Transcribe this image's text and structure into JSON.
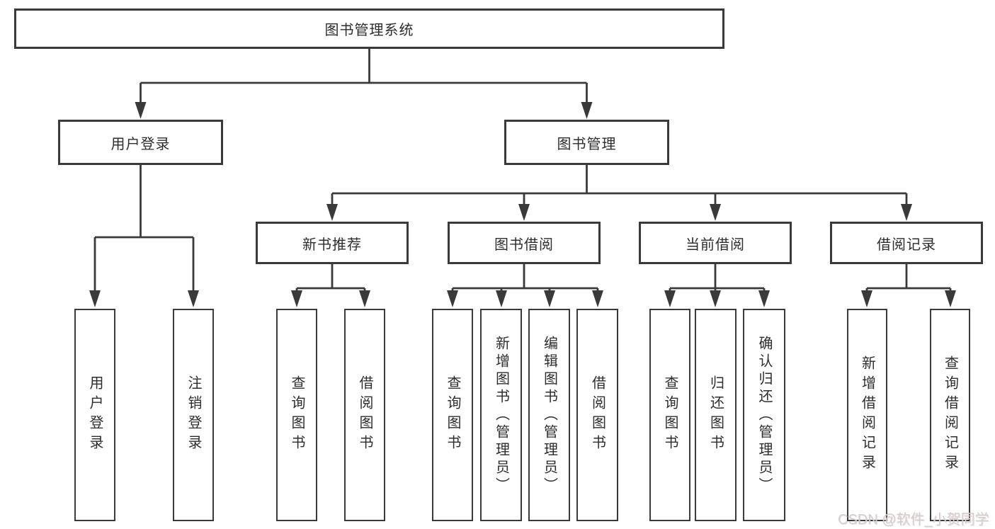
{
  "diagram": {
    "root": {
      "label": "图书管理系统"
    },
    "level1": [
      {
        "label": "用户登录"
      },
      {
        "label": "图书管理"
      }
    ],
    "level2": [
      {
        "label": "新书推荐"
      },
      {
        "label": "图书借阅"
      },
      {
        "label": "当前借阅"
      },
      {
        "label": "借阅记录"
      }
    ],
    "leaves": {
      "user_login": [
        {
          "label": "用户登录"
        },
        {
          "label": "注销登录"
        }
      ],
      "new_books": [
        {
          "label": "查询图书"
        },
        {
          "label": "借阅图书"
        }
      ],
      "book_borrow": [
        {
          "label": "查询图书"
        },
        {
          "label": "新增图书（管理员）"
        },
        {
          "label": "编辑图书（管理员）"
        },
        {
          "label": "借阅图书"
        }
      ],
      "current_borrow": [
        {
          "label": "查询图书"
        },
        {
          "label": "归还图书"
        },
        {
          "label": "确认归还（管理员）"
        }
      ],
      "borrow_records": [
        {
          "label": "新增借阅记录"
        },
        {
          "label": "查询借阅记录"
        }
      ]
    },
    "colors": {
      "line": "#3a3a3a",
      "text": "#2d2d2d",
      "watermark": "#d0d0d0"
    }
  },
  "watermark": {
    "text": "CSDN @软件_小贺同学"
  }
}
